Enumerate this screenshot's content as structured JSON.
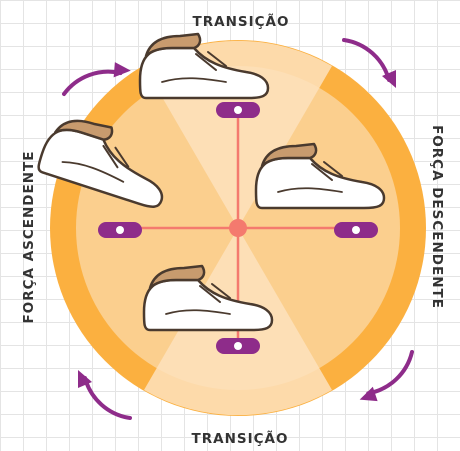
{
  "diagram": {
    "labels": {
      "top": "TRANSIÇÃO",
      "bottom": "TRANSIÇÃO",
      "right": "FORÇA DESCENDENTE",
      "left": "FORÇA ASCENDENTE"
    },
    "shoes": [
      {
        "position": "top"
      },
      {
        "position": "right"
      },
      {
        "position": "bottom"
      },
      {
        "position": "left"
      }
    ],
    "colors": {
      "outer_ring": "#fbb040",
      "light_zone": "#fde2bd",
      "mid_zone": "#fbcf8e",
      "crank_arm": "#f47a6e",
      "pedal": "#8e2c8a",
      "arrow": "#8e2c8a",
      "shoe_upper": "#ffffff",
      "shoe_heel": "#c89b6e",
      "outline": "#4a3a2e"
    },
    "direction": "clockwise"
  }
}
